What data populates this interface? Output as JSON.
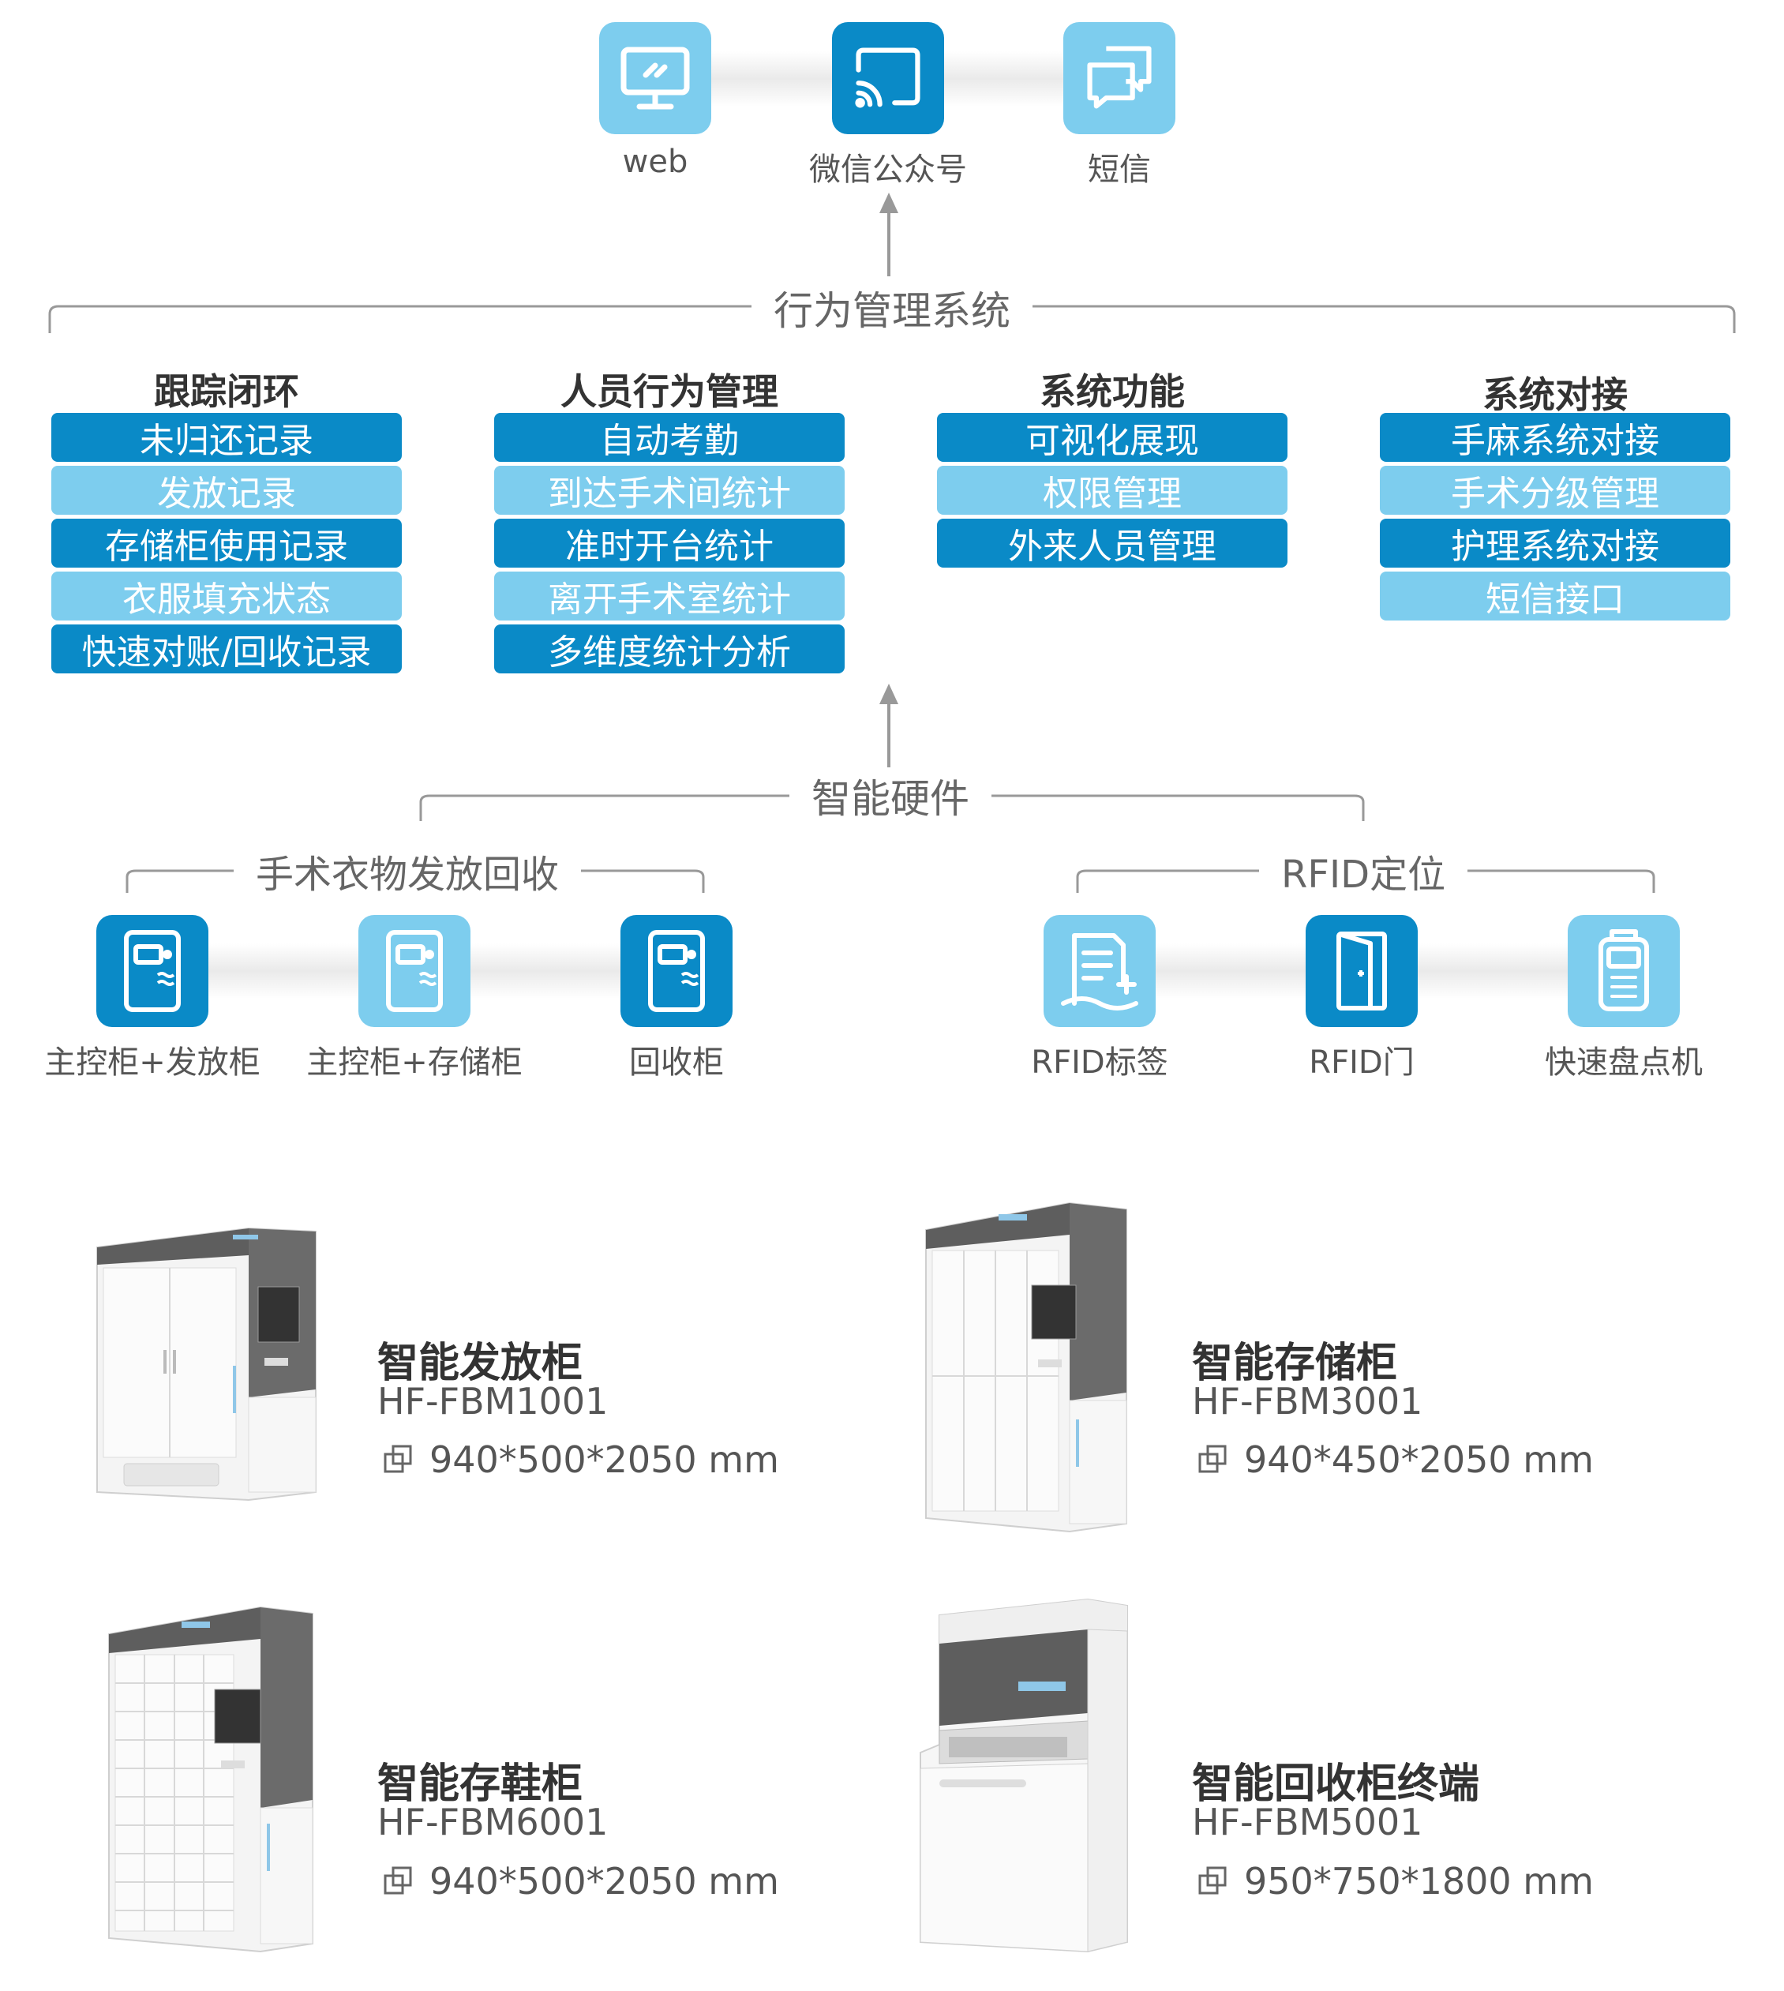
{
  "channels": [
    {
      "label": "web",
      "icon": "monitor-icon",
      "style": "light"
    },
    {
      "label": "微信公众号",
      "icon": "cast-icon",
      "style": "dark"
    },
    {
      "label": "短信",
      "icon": "chat-bubbles-icon",
      "style": "light"
    }
  ],
  "behavior_system": {
    "title": "行为管理系统",
    "columns": [
      {
        "heading": "跟踪闭环",
        "items": [
          "未归还记录",
          "发放记录",
          "存储柜使用记录",
          "衣服填充状态",
          "快速对账/回收记录"
        ]
      },
      {
        "heading": "人员行为管理",
        "items": [
          "自动考勤",
          "到达手术间统计",
          "准时开台统计",
          "离开手术室统计",
          "多维度统计分析"
        ]
      },
      {
        "heading": "系统功能",
        "items": [
          "可视化展现",
          "权限管理",
          "外来人员管理"
        ]
      },
      {
        "heading": "系统对接",
        "items": [
          "手麻系统对接",
          "手术分级管理",
          "护理系统对接",
          "短信接口"
        ]
      }
    ]
  },
  "hardware": {
    "title": "智能硬件",
    "groups": [
      {
        "title": "手术衣物发放回收",
        "devices": [
          {
            "label": "主控柜+发放柜",
            "icon": "cabinet-icon",
            "style": "dark"
          },
          {
            "label": "主控柜+存储柜",
            "icon": "cabinet-icon",
            "style": "light"
          },
          {
            "label": "回收柜",
            "icon": "cabinet-icon",
            "style": "dark"
          }
        ]
      },
      {
        "title": "RFID定位",
        "devices": [
          {
            "label": "RFID标签",
            "icon": "tag-document-icon",
            "style": "light"
          },
          {
            "label": "RFID门",
            "icon": "door-icon",
            "style": "dark"
          },
          {
            "label": "快速盘点机",
            "icon": "handheld-scanner-icon",
            "style": "light"
          }
        ]
      }
    ]
  },
  "products": [
    {
      "name": "智能发放柜",
      "model": "HF-FBM1001",
      "dims": "940*500*2050 mm"
    },
    {
      "name": "智能存储柜",
      "model": "HF-FBM3001",
      "dims": "940*450*2050 mm"
    },
    {
      "name": "智能存鞋柜",
      "model": "HF-FBM6001",
      "dims": "940*500*2050 mm"
    },
    {
      "name": "智能回收柜终端",
      "model": "HF-FBM5001",
      "dims": "950*750*1800 mm"
    }
  ],
  "colors": {
    "dark_blue": "#0a8ac7",
    "light_blue": "#7dcdee",
    "line": "#999999"
  }
}
